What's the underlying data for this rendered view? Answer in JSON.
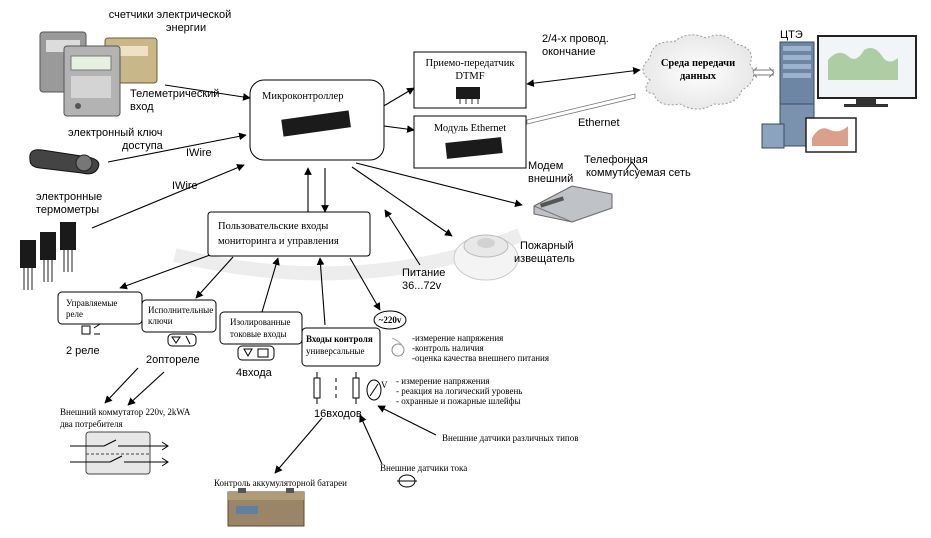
{
  "meters": {
    "label_1": "счетчики электрической",
    "label_2": "энергии"
  },
  "telemetry": {
    "label_1": "Телеметрический",
    "label_2": "вход"
  },
  "ekey": {
    "label_1": "электронный ключ",
    "label_2": "доступа"
  },
  "iwire_1": "IWire",
  "iwire_2": "IWire",
  "thermo": {
    "label_1": "электронные",
    "label_2": "термометры"
  },
  "mcu": {
    "label": "Микроконтроллер"
  },
  "dtmf": {
    "label_1": "Приемо-передатчик",
    "label_2": "DTMF"
  },
  "ethmod": {
    "label": "Модуль Ethernet"
  },
  "wires": {
    "label_1": "2/4-х провод.",
    "label_2": "окончание"
  },
  "ethernet": {
    "label": "Ethernet"
  },
  "cloud": {
    "label_1": "Среда передачи",
    "label_2": "данных"
  },
  "cte": {
    "label": "ЦТЭ"
  },
  "modem": {
    "label_1": "Модем",
    "label_2": "внешний"
  },
  "phone_net": {
    "label_1": "Телефонная",
    "label_2": "коммутисуемая сеть"
  },
  "user_inputs": {
    "label_1": "Пользовательские входы",
    "label_2": "мониторинга и управления"
  },
  "fire": {
    "label_1": "Пожарный",
    "label_2": "извещатель"
  },
  "power": {
    "label_1": "Питание",
    "label_2": "36...72v"
  },
  "relay": {
    "label_1": "Управляемые",
    "label_2": "реле",
    "count": "2 реле"
  },
  "exec": {
    "label_1": "Исполнительные",
    "label_2": "ключи",
    "count": "2опторелe"
  },
  "iso": {
    "label_1": "Изолированные",
    "label_2": "токовые входы",
    "count": "4входа"
  },
  "control_in": {
    "label_1": "Входы контроля",
    "label_2": "универсальные",
    "count": "16входов"
  },
  "v220": {
    "label": "~220v"
  },
  "v220_notes": [
    "-измерение напряжения",
    "-контроль наличия",
    "-оценка качества внешнего питания"
  ],
  "univ_notes": [
    "- измерение напряжения",
    "- реакция на логический уровень",
    "- охранные и пожарные шлейфы"
  ],
  "switch": {
    "label_1": "Внешний коммутатор 220v, 2kWA",
    "label_2": "два потребителя"
  },
  "sensors_various": "Внешние датчики различных типов",
  "sensors_current": "Внешние датчики тока",
  "battery": {
    "label": "Контроль аккумуляторной батареи"
  }
}
